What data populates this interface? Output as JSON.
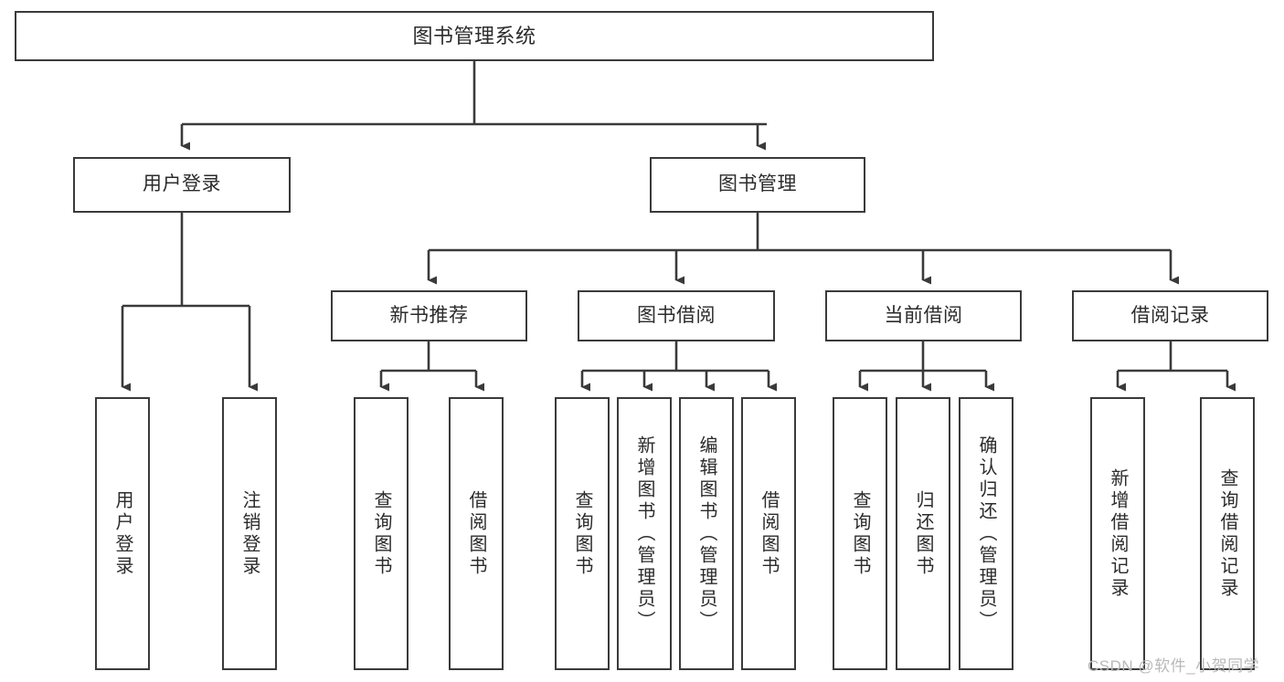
{
  "diagram": {
    "type": "tree",
    "title": "图书管理系统",
    "nodes": {
      "root": {
        "label": "图书管理系统"
      },
      "user_login": {
        "label": "用户登录"
      },
      "book_manage": {
        "label": "图书管理"
      },
      "new_book_rec": {
        "label": "新书推荐"
      },
      "book_borrow": {
        "label": "图书借阅"
      },
      "current_borrow": {
        "label": "当前借阅"
      },
      "borrow_record": {
        "label": "借阅记录"
      },
      "leaf_user_login": {
        "label": "用户登录"
      },
      "leaf_logout": {
        "label": "注销登录"
      },
      "leaf_query_book_1": {
        "label": "查询图书"
      },
      "leaf_borrow_book_1": {
        "label": "借阅图书"
      },
      "leaf_query_book_2": {
        "label": "查询图书"
      },
      "leaf_add_book": {
        "label": "新增图书（管理员）"
      },
      "leaf_edit_book": {
        "label": "编辑图书（管理员）"
      },
      "leaf_borrow_book_2": {
        "label": "借阅图书"
      },
      "leaf_query_book_3": {
        "label": "查询图书"
      },
      "leaf_return_book": {
        "label": "归还图书"
      },
      "leaf_confirm_return": {
        "label": "确认归还（管理员）"
      },
      "leaf_add_record": {
        "label": "新增借阅记录"
      },
      "leaf_query_record": {
        "label": "查询借阅记录"
      }
    },
    "edges": [
      {
        "from": "root",
        "to": "user_login"
      },
      {
        "from": "root",
        "to": "book_manage"
      },
      {
        "from": "user_login",
        "to": "leaf_user_login"
      },
      {
        "from": "user_login",
        "to": "leaf_logout"
      },
      {
        "from": "book_manage",
        "to": "new_book_rec"
      },
      {
        "from": "book_manage",
        "to": "book_borrow"
      },
      {
        "from": "book_manage",
        "to": "current_borrow"
      },
      {
        "from": "book_manage",
        "to": "borrow_record"
      },
      {
        "from": "new_book_rec",
        "to": "leaf_query_book_1"
      },
      {
        "from": "new_book_rec",
        "to": "leaf_borrow_book_1"
      },
      {
        "from": "book_borrow",
        "to": "leaf_query_book_2"
      },
      {
        "from": "book_borrow",
        "to": "leaf_add_book"
      },
      {
        "from": "book_borrow",
        "to": "leaf_edit_book"
      },
      {
        "from": "book_borrow",
        "to": "leaf_borrow_book_2"
      },
      {
        "from": "current_borrow",
        "to": "leaf_query_book_3"
      },
      {
        "from": "current_borrow",
        "to": "leaf_return_book"
      },
      {
        "from": "current_borrow",
        "to": "leaf_confirm_return"
      },
      {
        "from": "borrow_record",
        "to": "leaf_add_record"
      },
      {
        "from": "borrow_record",
        "to": "leaf_query_record"
      }
    ],
    "colors": {
      "stroke": "#3a3a3a",
      "fill": "#ffffff",
      "text": "#2b2b2b",
      "watermark": "#b9b9b9"
    }
  },
  "watermark": {
    "text": "CSDN @软件_小贺同学"
  }
}
